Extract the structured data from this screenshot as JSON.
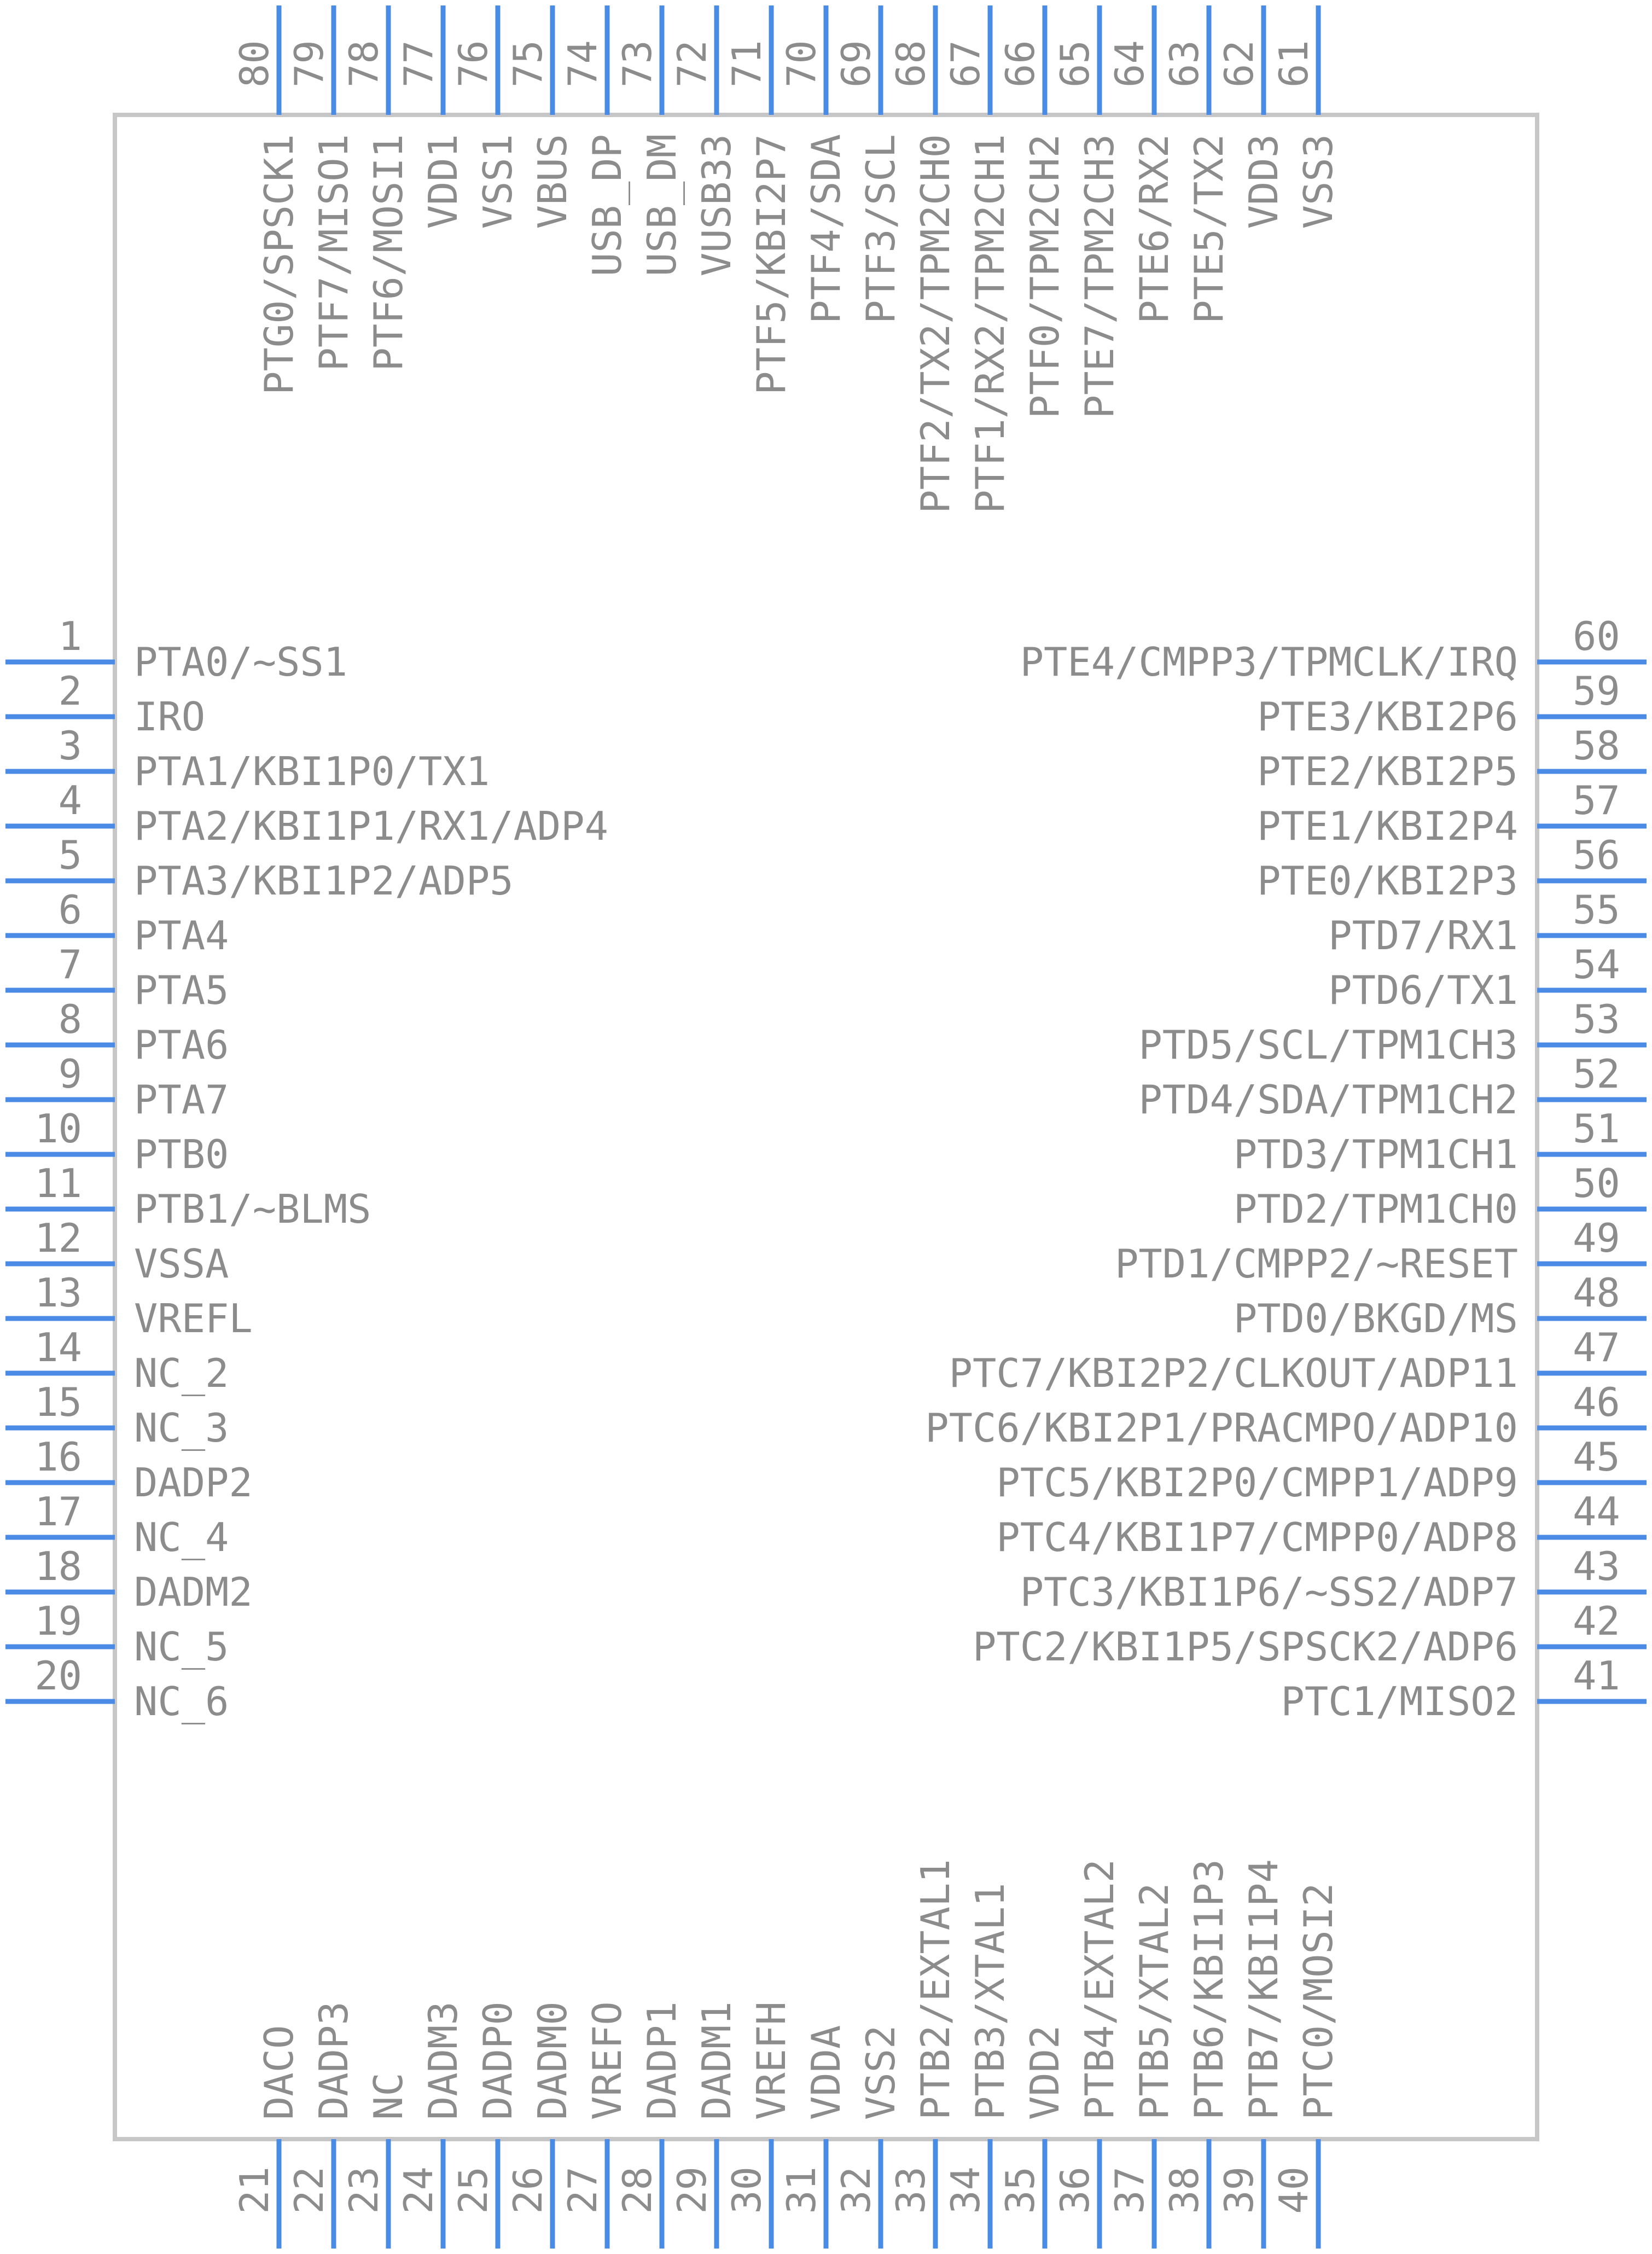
{
  "pins": {
    "left": [
      {
        "num": "1",
        "name": "PTA0/~SS1"
      },
      {
        "num": "2",
        "name": "IRO"
      },
      {
        "num": "3",
        "name": "PTA1/KBI1P0/TX1"
      },
      {
        "num": "4",
        "name": "PTA2/KBI1P1/RX1/ADP4"
      },
      {
        "num": "5",
        "name": "PTA3/KBI1P2/ADP5"
      },
      {
        "num": "6",
        "name": "PTA4"
      },
      {
        "num": "7",
        "name": "PTA5"
      },
      {
        "num": "8",
        "name": "PTA6"
      },
      {
        "num": "9",
        "name": "PTA7"
      },
      {
        "num": "10",
        "name": "PTB0"
      },
      {
        "num": "11",
        "name": "PTB1/~BLMS"
      },
      {
        "num": "12",
        "name": "VSSA"
      },
      {
        "num": "13",
        "name": "VREFL"
      },
      {
        "num": "14",
        "name": "NC_2"
      },
      {
        "num": "15",
        "name": "NC_3"
      },
      {
        "num": "16",
        "name": "DADP2"
      },
      {
        "num": "17",
        "name": "NC_4"
      },
      {
        "num": "18",
        "name": "DADM2"
      },
      {
        "num": "19",
        "name": "NC_5"
      },
      {
        "num": "20",
        "name": "NC_6"
      }
    ],
    "bottom": [
      {
        "num": "21",
        "name": "DACO"
      },
      {
        "num": "22",
        "name": "DADP3"
      },
      {
        "num": "23",
        "name": "NC"
      },
      {
        "num": "24",
        "name": "DADM3"
      },
      {
        "num": "25",
        "name": "DADP0"
      },
      {
        "num": "26",
        "name": "DADM0"
      },
      {
        "num": "27",
        "name": "VREFO"
      },
      {
        "num": "28",
        "name": "DADP1"
      },
      {
        "num": "29",
        "name": "DADM1"
      },
      {
        "num": "30",
        "name": "VREFH"
      },
      {
        "num": "31",
        "name": "VDDA"
      },
      {
        "num": "32",
        "name": "VSS2"
      },
      {
        "num": "33",
        "name": "PTB2/EXTAL1"
      },
      {
        "num": "34",
        "name": "PTB3/XTAL1"
      },
      {
        "num": "35",
        "name": "VDD2"
      },
      {
        "num": "36",
        "name": "PTB4/EXTAL2"
      },
      {
        "num": "37",
        "name": "PTB5/XTAL2"
      },
      {
        "num": "38",
        "name": "PTB6/KBI1P3"
      },
      {
        "num": "39",
        "name": "PTB7/KBI1P4"
      },
      {
        "num": "40",
        "name": "PTC0/MOSI2"
      }
    ],
    "right": [
      {
        "num": "41",
        "name": "PTC1/MISO2"
      },
      {
        "num": "42",
        "name": "PTC2/KBI1P5/SPSCK2/ADP6"
      },
      {
        "num": "43",
        "name": "PTC3/KBI1P6/~SS2/ADP7"
      },
      {
        "num": "44",
        "name": "PTC4/KBI1P7/CMPP0/ADP8"
      },
      {
        "num": "45",
        "name": "PTC5/KBI2P0/CMPP1/ADP9"
      },
      {
        "num": "46",
        "name": "PTC6/KBI2P1/PRACMPO/ADP10"
      },
      {
        "num": "47",
        "name": "PTC7/KBI2P2/CLKOUT/ADP11"
      },
      {
        "num": "48",
        "name": "PTD0/BKGD/MS"
      },
      {
        "num": "49",
        "name": "PTD1/CMPP2/~RESET"
      },
      {
        "num": "50",
        "name": "PTD2/TPM1CH0"
      },
      {
        "num": "51",
        "name": "PTD3/TPM1CH1"
      },
      {
        "num": "52",
        "name": "PTD4/SDA/TPM1CH2"
      },
      {
        "num": "53",
        "name": "PTD5/SCL/TPM1CH3"
      },
      {
        "num": "54",
        "name": "PTD6/TX1"
      },
      {
        "num": "55",
        "name": "PTD7/RX1"
      },
      {
        "num": "56",
        "name": "PTE0/KBI2P3"
      },
      {
        "num": "57",
        "name": "PTE1/KBI2P4"
      },
      {
        "num": "58",
        "name": "PTE2/KBI2P5"
      },
      {
        "num": "59",
        "name": "PTE3/KBI2P6"
      },
      {
        "num": "60",
        "name": "PTE4/CMPP3/TPMCLK/IRQ"
      }
    ],
    "top": [
      {
        "num": "61",
        "name": "VSS3"
      },
      {
        "num": "62",
        "name": "VDD3"
      },
      {
        "num": "63",
        "name": "PTE5/TX2"
      },
      {
        "num": "64",
        "name": "PTE6/RX2"
      },
      {
        "num": "65",
        "name": "PTE7/TPM2CH3"
      },
      {
        "num": "66",
        "name": "PTF0/TPM2CH2"
      },
      {
        "num": "67",
        "name": "PTF1/RX2/TPM2CH1"
      },
      {
        "num": "68",
        "name": "PTF2/TX2/TPM2CH0"
      },
      {
        "num": "69",
        "name": "PTF3/SCL"
      },
      {
        "num": "70",
        "name": "PTF4/SDA"
      },
      {
        "num": "71",
        "name": "PTF5/KBI2P7"
      },
      {
        "num": "72",
        "name": "VUSB33"
      },
      {
        "num": "73",
        "name": "USB_DM"
      },
      {
        "num": "74",
        "name": "USB_DP"
      },
      {
        "num": "75",
        "name": "VBUS"
      },
      {
        "num": "76",
        "name": "VSS1"
      },
      {
        "num": "77",
        "name": "VDD1"
      },
      {
        "num": "78",
        "name": "PTF6/MOSI1"
      },
      {
        "num": "79",
        "name": "PTF7/MISO1"
      },
      {
        "num": "80",
        "name": "PTG0/SPSCK1"
      }
    ]
  },
  "colors": {
    "pin": "#4a8be6",
    "outline": "#c7c7c7",
    "text": "#8c8c8c",
    "background": "#ffffff"
  }
}
